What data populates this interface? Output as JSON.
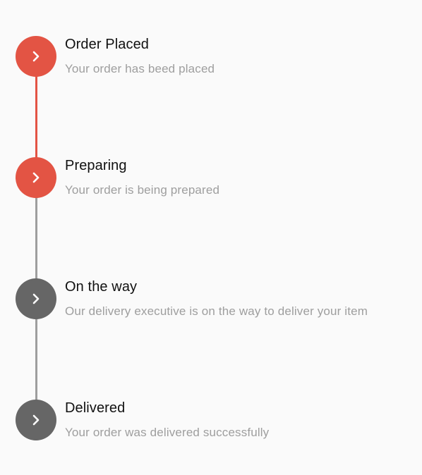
{
  "colors": {
    "active": "#e35444",
    "inactive": "#666666",
    "line_active": "#e35444",
    "line_inactive": "#9e9e9e"
  },
  "steps": [
    {
      "title": "Order Placed",
      "description": "Your order has beed placed",
      "status": "completed",
      "icon": "chevron-right-icon"
    },
    {
      "title": "Preparing",
      "description": "Your order is being prepared",
      "status": "completed",
      "icon": "chevron-right-icon"
    },
    {
      "title": "On the way",
      "description": "Our delivery executive is on the way to deliver your item",
      "status": "pending",
      "icon": "chevron-right-icon"
    },
    {
      "title": "Delivered",
      "description": "Your order was delivered successfully",
      "status": "pending",
      "icon": "chevron-right-icon"
    }
  ]
}
